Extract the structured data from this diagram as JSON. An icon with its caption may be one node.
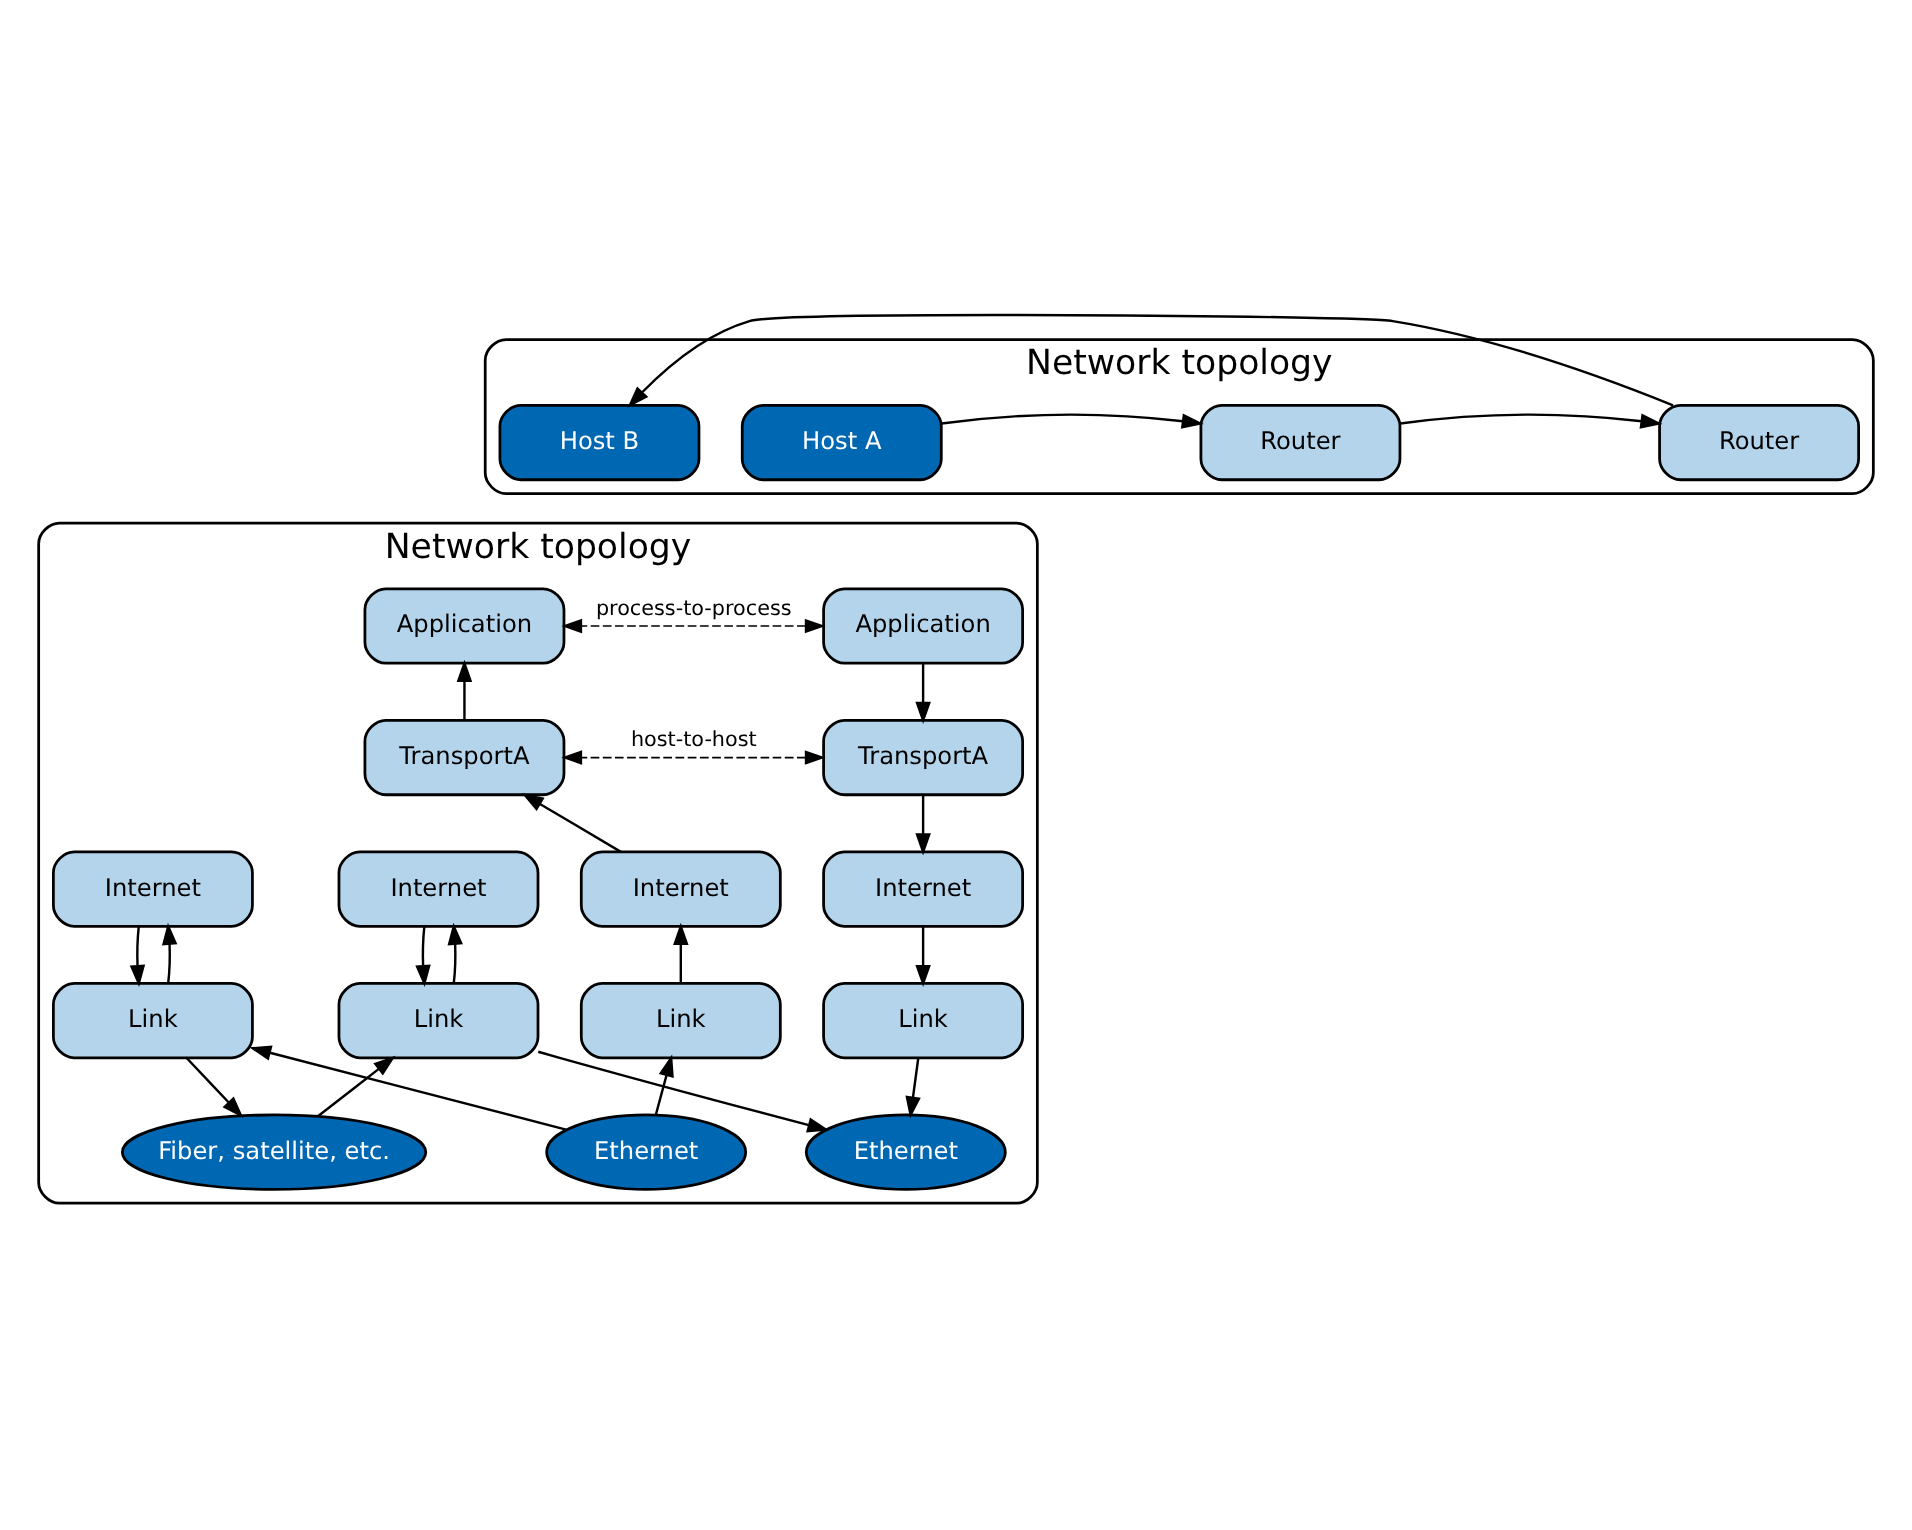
{
  "diagram": {
    "nodes": [
      {
        "text": [
          "Network topology"
        ]
      },
      {
        "text": [
          "Host A"
        ],
        "in": 0
      },
      {
        "text": [
          "Router"
        ],
        "in": 0
      },
      {
        "text": [
          "Router"
        ],
        "in": 0
      },
      {
        "text": [
          "Host B"
        ],
        "in": 0
      },
      {
        "text": [
          "Network topology"
        ]
      },
      {
        "text": [
          "Application"
        ],
        "in": 5
      },
      {
        "text": [
          "Application"
        ],
        "in": 5
      },
      {
        "text": [
          "TransportA"
        ],
        "in": 5
      },
      {
        "text": [
          "TransportA"
        ],
        "in": 5
      },
      {
        "text": [
          "Internet"
        ],
        "in": 5
      },
      {
        "text": [
          "Internet"
        ],
        "in": 5
      },
      {
        "text": [
          "Internet"
        ],
        "in": 5
      },
      {
        "text": [
          "Internet"
        ],
        "in": 5
      },
      {
        "text": [
          "Link"
        ],
        "in": 5
      },
      {
        "text": [
          "Link"
        ],
        "in": 5
      },
      {
        "text": [
          "Link"
        ],
        "in": 5
      },
      {
        "text": [
          "Link"
        ],
        "in": 5
      },
      {
        "text": [
          "Ethernet"
        ],
        "in": 5
      },
      {
        "text": [
          "Fiber, satellite, etc."
        ],
        "in": 5
      },
      {
        "text": [
          "Ethernet"
        ],
        "in": 5
      }
    ],
    "edges": [
      {
        "from": 1,
        "to": 2,
        "arrow": "to"
      },
      {
        "from": 2,
        "to": 3,
        "arrow": "to"
      },
      {
        "from": 3,
        "to": 4,
        "arrow": "to"
      },
      {
        "from": 6,
        "to": 7,
        "arrow": "both",
        "style": "dashed",
        "label": "process-to-process"
      },
      {
        "from": 8,
        "to": 9,
        "arrow": "both",
        "style": "dashed",
        "label": "host-to-host"
      },
      {
        "from": 6,
        "to": 8,
        "arrow": "to"
      },
      {
        "from": 8,
        "to": 10,
        "arrow": "to"
      },
      {
        "from": 10,
        "to": 14,
        "arrow": "to"
      },
      {
        "from": 14,
        "to": 18,
        "arrow": "to"
      },
      {
        "from": 11,
        "to": 15,
        "arrow": "to"
      },
      {
        "from": 15,
        "to": 11,
        "arrow": "to"
      },
      {
        "from": 15,
        "to": 18,
        "arrow": "to"
      },
      {
        "from": 19,
        "to": 15,
        "arrow": "to"
      },
      {
        "from": 12,
        "to": 16,
        "arrow": "to"
      },
      {
        "from": 16,
        "to": 12,
        "arrow": "to"
      },
      {
        "from": 16,
        "to": 19,
        "arrow": "to"
      },
      {
        "from": 20,
        "to": 16,
        "arrow": "to"
      },
      {
        "from": 20,
        "to": 17,
        "arrow": "to"
      },
      {
        "from": 17,
        "to": 13,
        "arrow": "to"
      },
      {
        "from": 13,
        "to": 9,
        "arrow": "to"
      },
      {
        "from": 9,
        "to": 7,
        "arrow": "to"
      }
    ]
  }
}
